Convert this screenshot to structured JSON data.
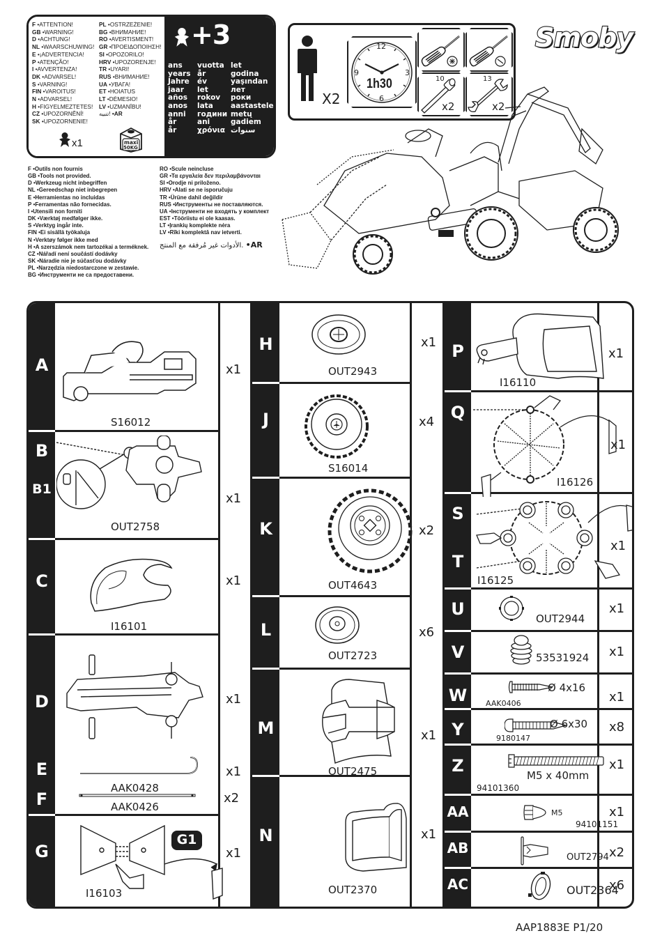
{
  "brand": {
    "logo_text": "Smoby"
  },
  "warning_box": {
    "left_column": [
      {
        "code": "F",
        "text": "ATTENTION!"
      },
      {
        "code": "GB",
        "text": "WARNING!"
      },
      {
        "code": "D",
        "text": "ACHTUNG!"
      },
      {
        "code": "NL",
        "text": "WAARSCHUWING!"
      },
      {
        "code": "E",
        "text": "¡ADVERTENCIA!"
      },
      {
        "code": "P",
        "text": "ATENÇÃO!"
      },
      {
        "code": "I",
        "text": "AVVERTENZA!"
      },
      {
        "code": "DK",
        "text": "ADVARSEL!"
      },
      {
        "code": "S",
        "text": "VARNING!"
      },
      {
        "code": "FIN",
        "text": "VAROITUS!"
      },
      {
        "code": "N",
        "text": "ADVARSEL!"
      },
      {
        "code": "H",
        "text": "FIGYELMEZTETES!"
      },
      {
        "code": "CZ",
        "text": "UPOZORNĚNÍ!"
      },
      {
        "code": "SK",
        "text": "UPOZORNENIE!"
      }
    ],
    "right_column": [
      {
        "code": "PL",
        "text": "OSTRZEŻENIE!"
      },
      {
        "code": "BG",
        "text": "ВНИМАНИЕ!"
      },
      {
        "code": "RO",
        "text": "AVERTISMENT!"
      },
      {
        "code": "GR",
        "text": "ΠΡΟΕΙΔΟΠΟΙΗΣΗ!"
      },
      {
        "code": "SI",
        "text": "OPOZORILO!"
      },
      {
        "code": "HRV",
        "text": "UPOZORENJE!"
      },
      {
        "code": "TR",
        "text": "UYARI!"
      },
      {
        "code": "RUS",
        "text": "ВНИМАНИЕ!"
      },
      {
        "code": "UA",
        "text": "УВАГА!"
      },
      {
        "code": "ET",
        "text": "HOIATUS"
      },
      {
        "code": "LT",
        "text": "DĖMESIO!"
      },
      {
        "code": "LV",
        "text": "UZMANĪBU!"
      },
      {
        "code": "AR",
        "text": "تنبيه!"
      }
    ],
    "kid_count": "x1",
    "max_weight_line1": "maxi",
    "max_weight_line2": "50KG",
    "age_label": "+3",
    "years_col1": [
      "ans",
      "years",
      "Jahre",
      "jaar",
      "años",
      "anos",
      "anni",
      "år",
      "år"
    ],
    "years_col2": [
      "vuotta",
      "år",
      "év",
      "let",
      "rokov",
      "lata",
      "години",
      "ani",
      "χρόνια"
    ],
    "years_col3": [
      "let",
      "godina",
      "yaşından",
      "лет",
      "роки",
      "aastastele",
      "metų",
      "gadiem",
      "سنوات"
    ]
  },
  "tools_box": {
    "persons": "X2",
    "time": "1h30",
    "clock_numbers": [
      "12",
      "3",
      "6",
      "9"
    ],
    "tools": [
      {
        "name": "phillips-screwdriver",
        "size": "",
        "qty": ""
      },
      {
        "name": "flat-screwdriver",
        "size": "",
        "qty": ""
      },
      {
        "name": "socket-wrench",
        "size": "10",
        "qty": "x2"
      },
      {
        "name": "open-end-wrench",
        "size": "13",
        "qty": "x2"
      }
    ]
  },
  "tools_not_provided": {
    "left": [
      {
        "code": "F",
        "text": "Outils non fournis"
      },
      {
        "code": "GB",
        "text": "Tools not provided."
      },
      {
        "code": "D",
        "text": "Werkzeug nicht inbegriffen"
      },
      {
        "code": "NL",
        "text": "Gereedschap niet inbegrepen"
      },
      {
        "code": "E",
        "text": "Herramientas no incluidas"
      },
      {
        "code": "P",
        "text": "Ferramentas não fornecidas."
      },
      {
        "code": "I",
        "text": "Utensili non forniti"
      },
      {
        "code": "DK",
        "text": "Værktøj medfølger ikke."
      },
      {
        "code": "S",
        "text": "Verktyg ingår inte."
      },
      {
        "code": "FIN",
        "text": "Ei sisällä työkaluja"
      },
      {
        "code": "N",
        "text": "Verktøy følger ikke med"
      },
      {
        "code": "H",
        "text": "A szerszámok nem tartozékai a terméknek."
      },
      {
        "code": "CZ",
        "text": "Nářadí není součástí dodávky"
      },
      {
        "code": "SK",
        "text": "Náradie nie je súčasťou dodávky"
      },
      {
        "code": "PL",
        "text": "Narzędzia niedostarczone w zestawie."
      },
      {
        "code": "BG",
        "text": "Инструменти не са предоставени."
      }
    ],
    "right": [
      {
        "code": "RO",
        "text": "Scule neincluse"
      },
      {
        "code": "GR",
        "text": "Τα εργαλεία δεν περιλαμβάνονται"
      },
      {
        "code": "SI",
        "text": "Orodje ni priloženo."
      },
      {
        "code": "HRV",
        "text": "Alati se ne isporučuju"
      },
      {
        "code": "TR",
        "text": "Ürüne dahil değildir"
      },
      {
        "code": "RUS",
        "text": "Инструменты не поставляются."
      },
      {
        "code": "UA",
        "text": "Інструменти не входять у комплект"
      },
      {
        "code": "EST",
        "text": "Tööriistu ei ole kaasas."
      },
      {
        "code": "LT",
        "text": "Įrankių komplekte nėra"
      },
      {
        "code": "LV",
        "text": "Rīki komplektā nav ietverti."
      }
    ],
    "arabic": "الأدوات غير مُرفقة مع المنتج.",
    "arabic_code": "•AR"
  },
  "parts": {
    "A": {
      "letter": "A",
      "code": "S16012",
      "qty": "x1"
    },
    "B": {
      "letter": "B",
      "sub": "B1",
      "code": "OUT2758",
      "qty": "x1"
    },
    "C": {
      "letter": "C",
      "code": "I16101",
      "qty": "x1"
    },
    "D": {
      "letter": "D",
      "code": "",
      "qty": "x1"
    },
    "E": {
      "letter": "E",
      "code": "AAK0428",
      "qty": "x1"
    },
    "F": {
      "letter": "F",
      "code": "AAK0426",
      "qty": "x2"
    },
    "G": {
      "letter": "G",
      "sub": "G1",
      "code": "I16103",
      "qty": "x1"
    },
    "H": {
      "letter": "H",
      "code": "OUT2943",
      "qty": "x1"
    },
    "J": {
      "letter": "J",
      "code": "S16014",
      "qty": "x4"
    },
    "K": {
      "letter": "K",
      "code": "OUT4643",
      "qty": "x2"
    },
    "L": {
      "letter": "L",
      "code": "OUT2723",
      "qty": "x6"
    },
    "M": {
      "letter": "M",
      "code": "OUT2475",
      "qty": "x1"
    },
    "N": {
      "letter": "N",
      "code": "OUT2370",
      "qty": "x1"
    },
    "P": {
      "letter": "P",
      "code": "I16110",
      "qty": "x1"
    },
    "Q": {
      "letter": "Q",
      "code": "I16126",
      "qty": "x1"
    },
    "S": {
      "letter": "S",
      "code": "I16125",
      "qty": "x1"
    },
    "T": {
      "letter": "T"
    },
    "U": {
      "letter": "U",
      "code": "OUT2944",
      "qty": "x1"
    },
    "V": {
      "letter": "V",
      "code": "53531924",
      "qty": "x1"
    },
    "W": {
      "letter": "W",
      "code": "AAK0406",
      "spec": "Ø 4x16",
      "qty": "x1"
    },
    "Y": {
      "letter": "Y",
      "code": "9180147",
      "spec": "Ø 6x30",
      "qty": "x8"
    },
    "Z": {
      "letter": "Z",
      "code": "94101360",
      "spec": "M5 x 40mm",
      "qty": "x1"
    },
    "AA": {
      "letter": "AA",
      "code": "94101151",
      "spec": "M5",
      "qty": "x1"
    },
    "AB": {
      "letter": "AB",
      "code": "OUT2794",
      "qty": "x2"
    },
    "AC": {
      "letter": "AC",
      "code": "OUT2364",
      "qty": "x6"
    }
  },
  "footer": {
    "doc_code": "AAP1883E  P1/20"
  }
}
